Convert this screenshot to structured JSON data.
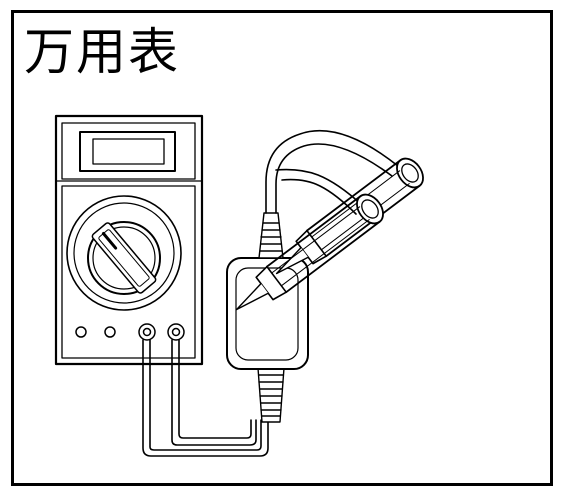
{
  "title": "万用表",
  "colors": {
    "ink": "#000000",
    "paper": "#ffffff"
  },
  "parts": {
    "meter": "multimeter-body",
    "display": "lcd-display",
    "dial": "rotary-selector-dial",
    "jacks": 4,
    "probes": 2
  }
}
